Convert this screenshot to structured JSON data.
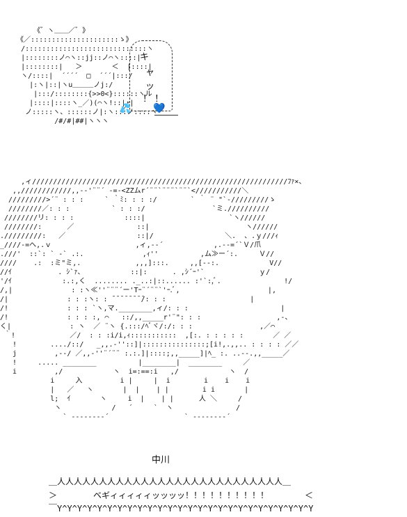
{
  "character_art": "       《゛ヽ＿＿／゛》\n   《／:::::::::::::::::::::ゝ》\n    /:::::::::::::::::::::::::::::ヽ\n    |::::::::ノ⌒ヽ::jj::ノ⌒ヽ::::|\n    |::::::::|   ＞       ＜  |::::|\n    ヽ/::::|  ´´´´  □  ´´´|:::/\n      |:ヽ|::|ヽu＿＿＿ノj:/\n       |:::/::::::::{>>0<}::::::ヽル\n      |::::|::::ヽ_／)(⌒ヽ!::|:|\n     ノ:::::ヽ、::::::ノ|:ヽ:::ノ::::ヽ\n            /#/#|##|ヽヽヽ",
  "bubble": {
    "line1": "キ",
    "line2": "ャ",
    "line3": "ッ",
    "line4": "！ ！"
  },
  "scene_art": "     ,ィ/////////////////////////////////////////////////////////////ﾌｧ×、\n   ,,////////////,,-‐'¨¨´ -=-<ZZムr´¨¨`¨¨¨`¨¨`<///////////＼\n  /////////>´¨ : : :     ` ｀ﾐ: : : :/        ` ｀ ¨ \"`‐/////////ゝ\n  ////////／: : :          ` : : :/                `ミ.//////////\n ////////リ: : : :            ::::|                    `ヽ//////\n ////////:      ／               ::|                       ヽ//////\n./////////:   ／                 ::|/                 ＼.  、.ｙ///ｨ\n_////-=へ,.ｖ                    ,ィ,-‐´            ,.-‐=´`Ｖ/爪\n.///'  ::`: ` -` .:.              ,ｨ''          ,ム≫ー´:.     Ｖ//\n////    .:  :ミ\"ミ,.             ,,,]:::.     ,,[--:.            V//\n//ｲ           . ｼ`ｧ、           ::|:      . ,ｼ´ｰ'`             ｙ/\n'/ｲ            :.:,く  ........ ._..:|::...... :'`:,ﾞ.               !/\n/,|              : :ヽ≪''¨¨¨´ー'Tｰ¨´¨¨`'ｰ.ﾞ,                     |,\n/|              : : :ヽ: : ̄ ̄ ̄ ̄ ̄ ̄ ̄ ̄/: : :                    |\n/!              : : : `ヽ,マ.________,ィ/: : :                      |\n/!              : : : :, ⌒   ::/,,_____r'¨\": : :                  ,‐、\nく|              : ヽ  ／ ¨ヽ {.:::/ﾍﾞヾ/:/: : :                ,／⌒\n ｀!             ／/  : : :i/i,ｨ:::::::::::  ,[:. : : : : :       ／ ／\n   !        ..../::/   _,,.-''::]|:::::::::::::::;[i!,.,,.. : : : : ／／\n   j         ,-‐/ ／,,-''¨´¨¨ :.:.]|::::;,,_____]|ﾍ_ :. ..‐-.,,_____／\n   !     ..... ________          |________|  ________     ／\n   i         ,/            ヽ  i=:==:i   ,/            ヽ  /\n            i     入         i |     |  i        i    i    i\n            |   ／   ヽ       |  |    | |        i i       |\n            l;  ｲ       ヽ     i  |    | |      人 ＼     /\n             ヽ            /   ´     `  ヽ               /\n               ` ‐------‐´                  ` ‐------‐´",
  "labels": {
    "nakagawa": "中川",
    "iri": "入",
    "hito": "人"
  },
  "sfx": {
    "border_top": "＿人人人人人人人人人人人人人人人人人人人人人人人人人人人＿",
    "left_bracket": "＞",
    "text": "ベギィィィィィッッッッ！！！！！！！！！！",
    "right_bracket": "＜",
    "border_bottom": "￣Y^Y^Y^Y^Y^Y^Y^Y^Y^Y^Y^Y^Y^Y^Y^Y^Y^Y^Y^Y^Y^Y^Y^Y^Y^Y^Y￣"
  }
}
